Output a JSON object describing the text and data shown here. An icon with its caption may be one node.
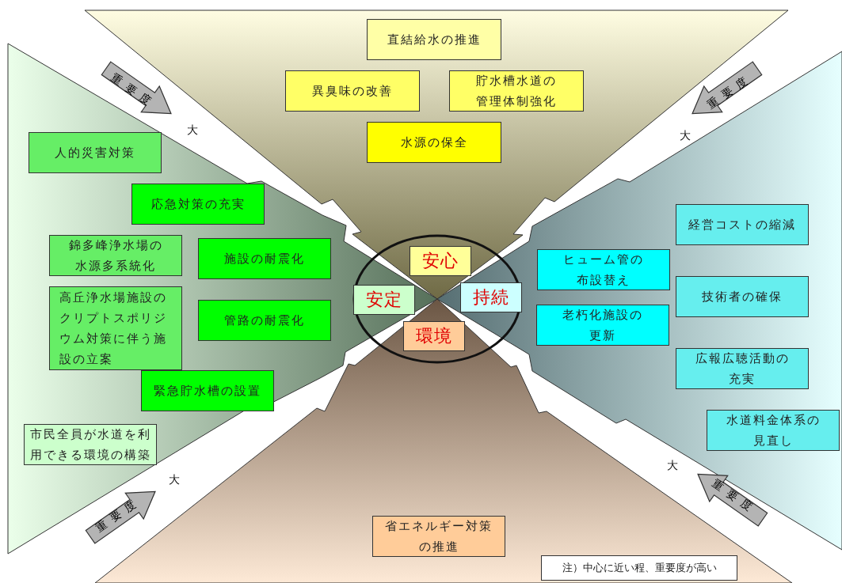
{
  "diagram": {
    "nodes": [
      {
        "text": [
          "直結給水の推進"
        ]
      },
      {
        "text": [
          "異臭味の改善"
        ]
      },
      {
        "text": [
          "貯水槽水道の管理体制強化"
        ]
      },
      {
        "text": [
          "水源の保全"
        ]
      },
      {
        "text": [
          "安心"
        ]
      },
      {
        "text": [
          "安定"
        ]
      },
      {
        "text": [
          "持続"
        ]
      },
      {
        "text": [
          "環境"
        ]
      },
      {
        "text": [
          "人的災害対策"
        ]
      },
      {
        "text": [
          "応急対策の充実"
        ]
      },
      {
        "text": [
          "錦多峰浄水場の水源多系統化"
        ]
      },
      {
        "text": [
          "施設の耐震化"
        ]
      },
      {
        "text": [
          "高丘浄水場施設のクリプトスポリジウム対策に伴う施設の立案"
        ]
      },
      {
        "text": [
          "管路の耐震化"
        ]
      },
      {
        "text": [
          "緊急貯水槽の設置"
        ]
      },
      {
        "text": [
          "市民全員が水道を利用できる環境の構築"
        ]
      },
      {
        "text": [
          "ヒューム管の布設替え"
        ]
      },
      {
        "text": [
          "経営コストの縮減"
        ]
      },
      {
        "text": [
          "技術者の確保"
        ]
      },
      {
        "text": [
          "老朽化施設の更新"
        ]
      },
      {
        "text": [
          "広報広聴活動の充実"
        ]
      },
      {
        "text": [
          "水道料金体系の見直し"
        ]
      },
      {
        "text": [
          "省エネルギー対策の推進"
        ]
      },
      {
        "text": [
          "注）中心に近い程、重要度が高い"
        ]
      }
    ],
    "labels": [
      "重要度",
      "大",
      "重要度",
      "大",
      "大",
      "重要度",
      "大",
      "重要度"
    ]
  }
}
